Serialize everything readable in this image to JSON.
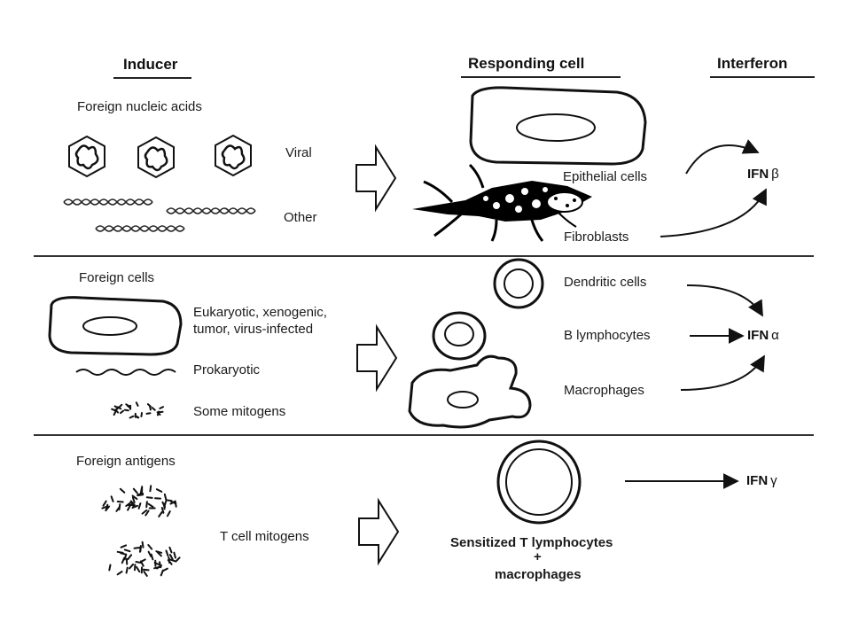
{
  "headers": {
    "inducer": "Inducer",
    "responding_cell": "Responding cell",
    "interferon": "Interferon"
  },
  "sections": [
    {
      "title": "Foreign nucleic acids",
      "inducers": [
        "Viral",
        "Other"
      ],
      "cells": [
        "Epithelial cells",
        "Fibroblasts"
      ],
      "interferon_prefix": "IFN",
      "interferon_symbol": "β"
    },
    {
      "title": "Foreign cells",
      "inducers": [
        "Eukaryotic, xenogenic,",
        "tumor, virus-infected",
        "Prokaryotic",
        "Some mitogens"
      ],
      "cells": [
        "Dendritic cells",
        "B lymphocytes",
        "Macrophages"
      ],
      "interferon_prefix": "IFN",
      "interferon_symbol": "α"
    },
    {
      "title": "Foreign antigens",
      "inducers": [
        "T cell mitogens"
      ],
      "cells": [
        "Sensitized T lymphocytes",
        "+",
        "macrophages"
      ],
      "interferon_prefix": "IFN",
      "interferon_symbol": "γ"
    }
  ]
}
